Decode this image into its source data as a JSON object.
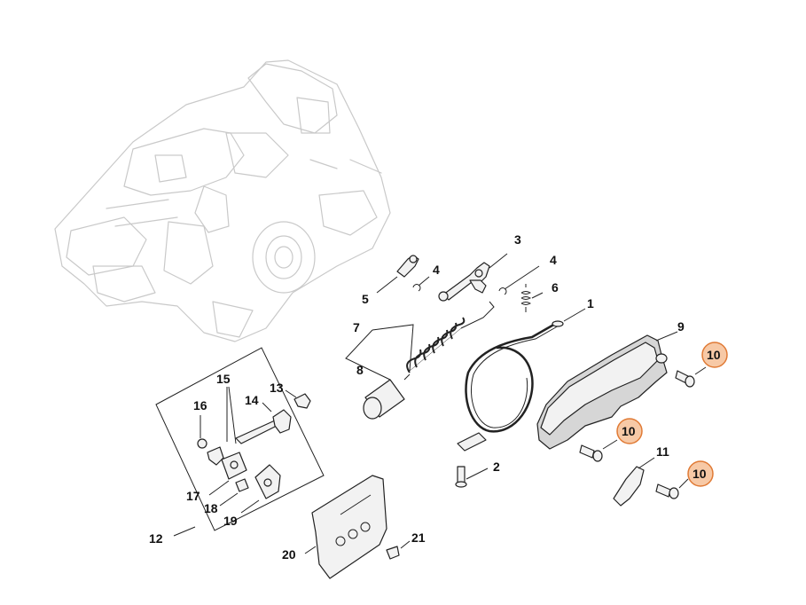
{
  "labels": {
    "l1": "1",
    "l2": "2",
    "l3": "3",
    "l4a": "4",
    "l4b": "4",
    "l5": "5",
    "l6": "6",
    "l7": "7",
    "l8": "8",
    "l9": "9",
    "l10a": "10",
    "l10b": "10",
    "l10c": "10",
    "l11": "11",
    "l12": "12",
    "l13": "13",
    "l14": "14",
    "l15": "15",
    "l16": "16",
    "l17": "17",
    "l18": "18",
    "l19": "19",
    "l20": "20",
    "l21": "21"
  },
  "colors": {
    "highlight_fill": "#f7c9a6",
    "highlight_stroke": "#e07a35",
    "ghost": "#c9c9c9"
  }
}
